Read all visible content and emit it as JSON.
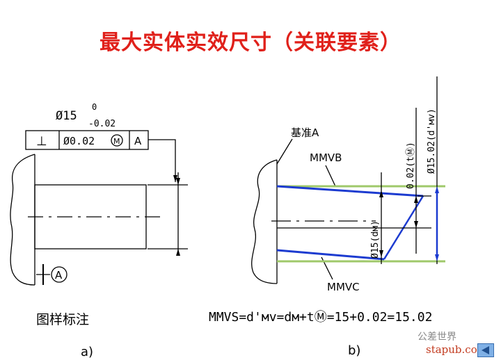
{
  "title": "最大实体实效尺寸（关联要素）",
  "colors": {
    "title": "#e0201a",
    "mmvb_line": "#1c3bd0",
    "boundary_line": "#9fc86a",
    "outline": "#000000"
  },
  "diagram_a": {
    "dimension_main": "Ø15",
    "tolerance_upper": "0",
    "tolerance_lower": "-0.02",
    "frame_symbol": "⊥",
    "frame_value": "Ø0.02",
    "frame_modifier": "M",
    "frame_datum": "A",
    "datum_marker": "A",
    "caption": "图样标注",
    "label": "a)"
  },
  "diagram_b": {
    "datum_label": "基准A",
    "mmvb_label": "MMVB",
    "mmvc_label": "MMVC",
    "dim_vertical_1": "Ø15(dм)",
    "dim_vertical_2": "0.02(tⓂ)",
    "dim_vertical_3": "Ø15.02(d'мv)",
    "formula": "MMVS=d'мv=dм+tⓂ=15+0.02=15.02",
    "label": "b)"
  },
  "watermark": {
    "line1": "公差世界",
    "line2": "stapub.com"
  }
}
